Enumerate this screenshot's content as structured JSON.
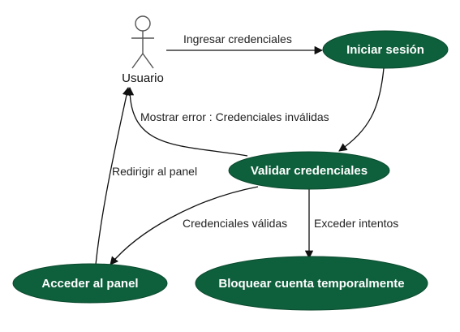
{
  "colors": {
    "node_fill": "#0e5f3c",
    "node_stroke": "#0a4a2e",
    "node_text": "#ffffff",
    "edge": "#111111",
    "actor_stroke": "#555555"
  },
  "actor": {
    "label": "Usuario"
  },
  "nodes": {
    "iniciar_sesion": "Iniciar sesión",
    "validar_credenciales": "Validar credenciales",
    "acceder_panel": "Acceder al panel",
    "bloquear_cuenta": "Bloquear cuenta temporalmente"
  },
  "edges": {
    "ingresar_credenciales": "Ingresar credenciales",
    "mostrar_error": "Mostrar error : Credenciales inválidas",
    "redirigir_panel": "Redirigir al panel",
    "credenciales_validas": "Credenciales válidas",
    "exceder_intentos": "Exceder intentos"
  }
}
